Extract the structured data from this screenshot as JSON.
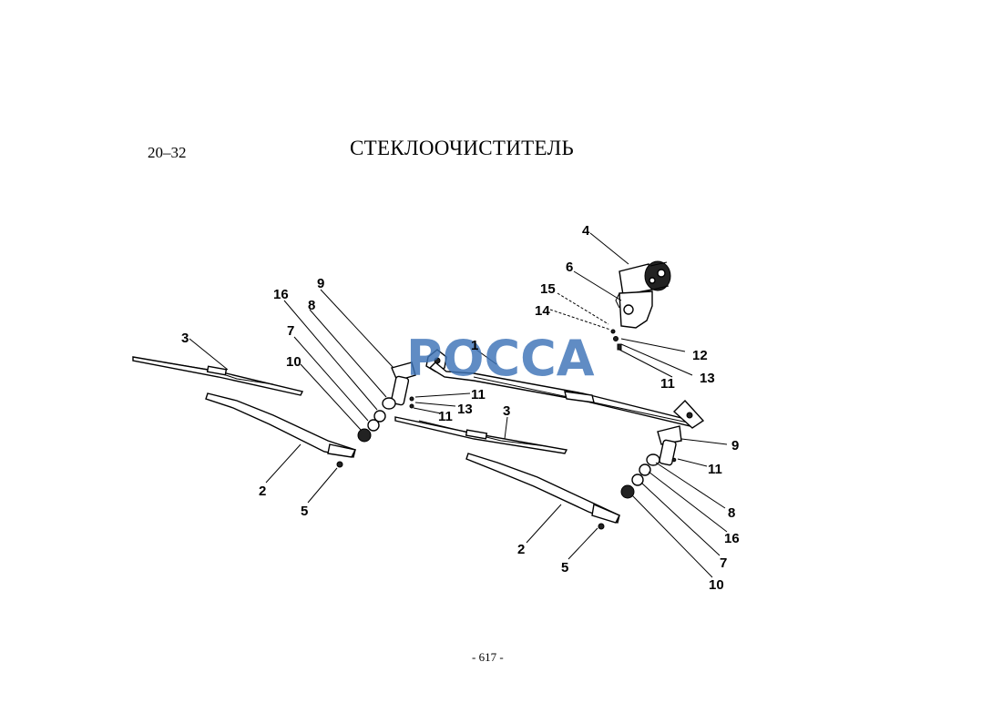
{
  "header": {
    "page_section": "20–32",
    "title": "СТЕКЛООЧИСТИТЕЛЬ"
  },
  "footer": {
    "page_number": "- 617 -"
  },
  "watermark": {
    "text": "РОССА",
    "color": "#3e74b8"
  },
  "callouts": {
    "c1": "1",
    "c2a": "2",
    "c2b": "2",
    "c3a": "3",
    "c3b": "3",
    "c4": "4",
    "c5a": "5",
    "c5b": "5",
    "c6": "6",
    "c7a": "7",
    "c7b": "7",
    "c8a": "8",
    "c8b": "8",
    "c9a": "9",
    "c9b": "9",
    "c10a": "10",
    "c10b": "10",
    "c11a": "11",
    "c11b": "11",
    "c11c": "11",
    "c11d": "11",
    "c12": "12",
    "c13a": "13",
    "c13b": "13",
    "c14": "14",
    "c15": "15",
    "c16a": "16",
    "c16b": "16"
  }
}
